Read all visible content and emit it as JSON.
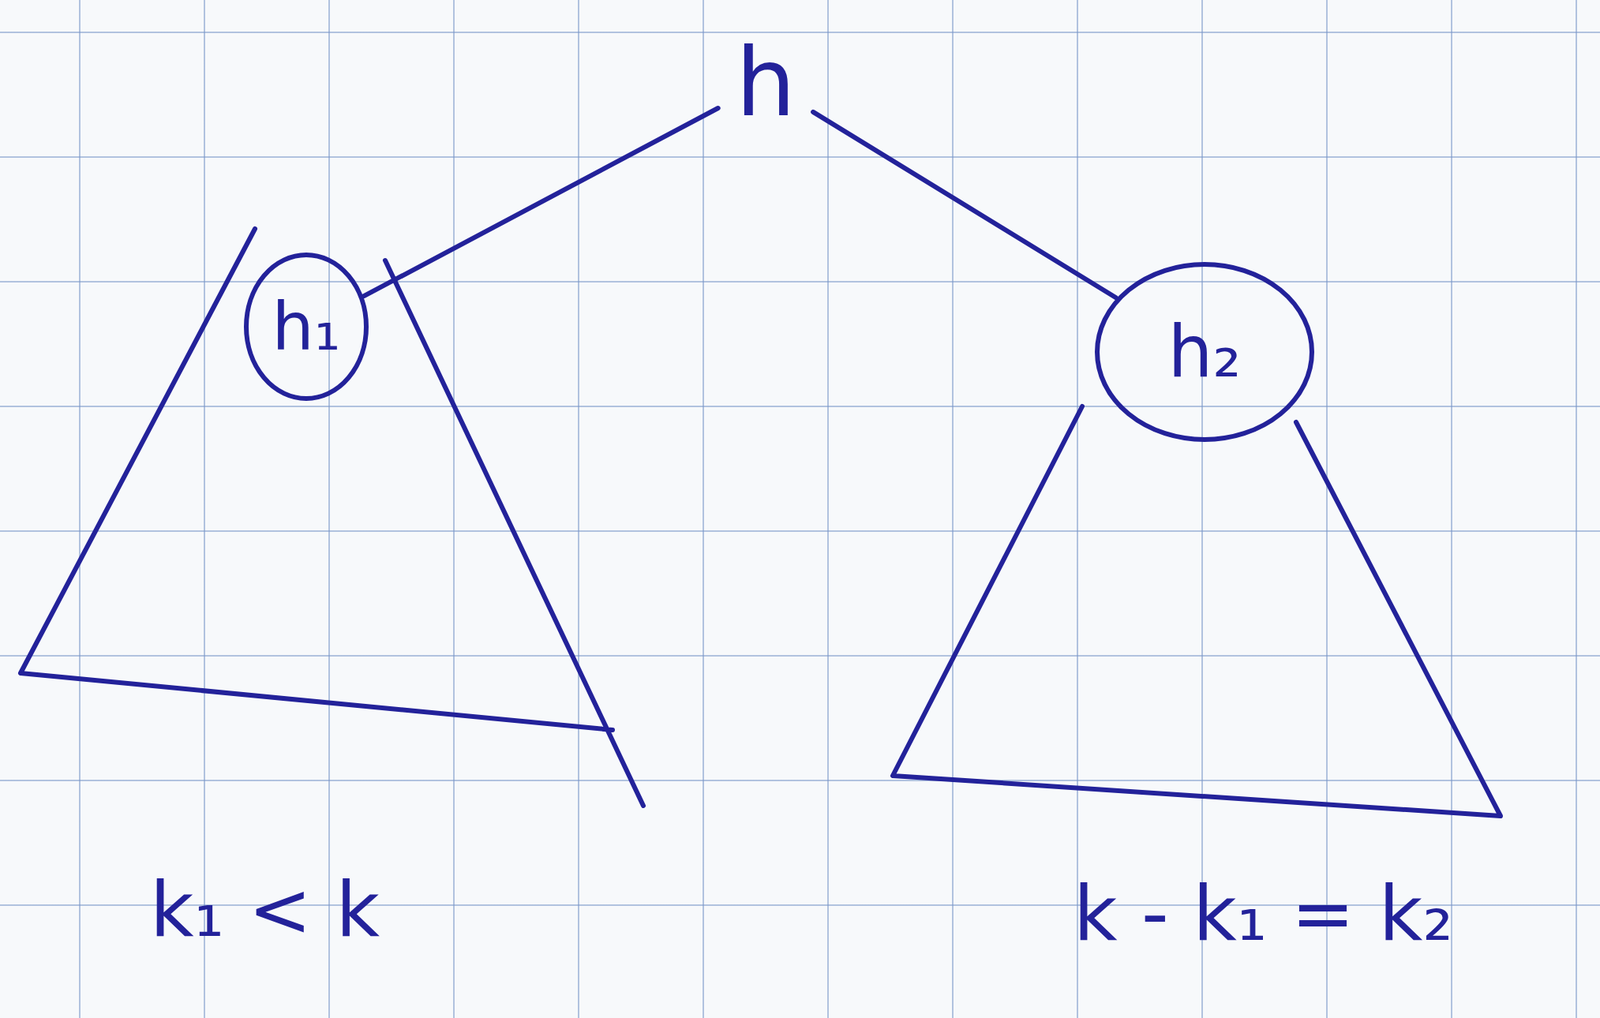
{
  "diagram": {
    "nodes": [
      {
        "text": [
          "h"
        ]
      },
      {
        "text": [
          "h₁"
        ]
      },
      {
        "text": [
          "h₂"
        ]
      }
    ],
    "edges": [
      {
        "from": 0,
        "to": 1,
        "arrow": "none"
      },
      {
        "from": 0,
        "to": 2,
        "arrow": "none"
      }
    ],
    "labels": [
      "k₁ < k",
      "k - k₁ = k₂"
    ]
  }
}
